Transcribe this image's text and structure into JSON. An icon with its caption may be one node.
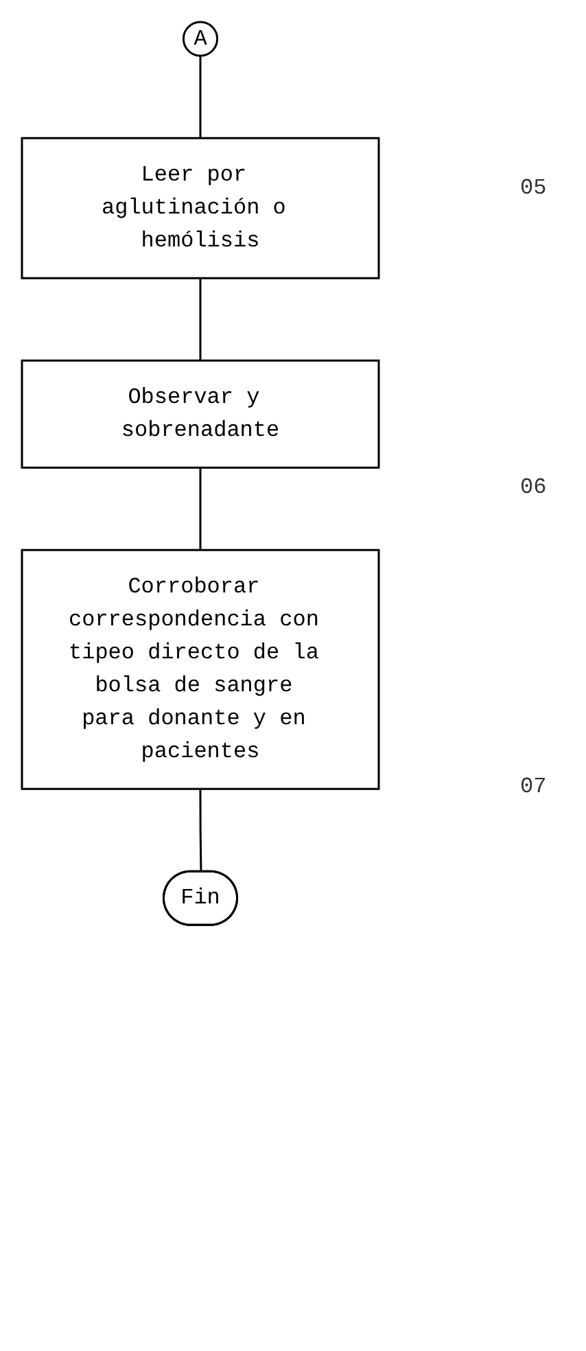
{
  "diagram": {
    "nodes": [
      {
        "text": [
          "A"
        ]
      },
      {
        "text": [
          "Leer por aglutinación o hemólisis"
        ]
      },
      {
        "text": [
          "Observar y sobrenadante"
        ]
      },
      {
        "text": [
          "Corroborar correspondencia con tipeo directo de la bolsa de sangre para donante y en pacientes"
        ]
      },
      {
        "text": [
          "Fin"
        ]
      }
    ],
    "edges": [
      {
        "from": 0,
        "to": 1,
        "arrow": "none"
      },
      {
        "from": 1,
        "to": 2,
        "arrow": "none"
      },
      {
        "from": 2,
        "to": 3,
        "arrow": "none"
      },
      {
        "from": 3,
        "to": 4,
        "arrow": "none"
      }
    ],
    "labels": [
      "05",
      "06",
      "07"
    ]
  }
}
